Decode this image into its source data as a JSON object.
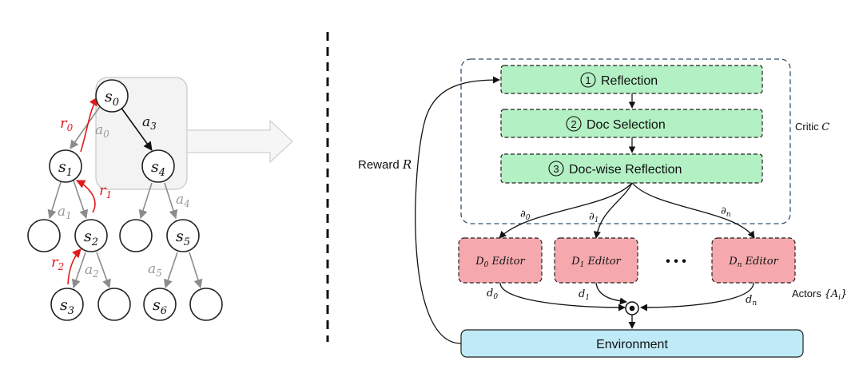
{
  "tree": {
    "nodes": {
      "s0": {
        "base": "s",
        "sub": "0"
      },
      "s1": {
        "base": "s",
        "sub": "1"
      },
      "s2": {
        "base": "s",
        "sub": "2"
      },
      "s3": {
        "base": "s",
        "sub": "3"
      },
      "s4": {
        "base": "s",
        "sub": "4"
      },
      "s5": {
        "base": "s",
        "sub": "5"
      },
      "s6": {
        "base": "s",
        "sub": "6"
      }
    },
    "actions": {
      "a0": {
        "base": "a",
        "sub": "0"
      },
      "a1": {
        "base": "a",
        "sub": "1"
      },
      "a2": {
        "base": "a",
        "sub": "2"
      },
      "a3": {
        "base": "a",
        "sub": "3"
      },
      "a4": {
        "base": "a",
        "sub": "4"
      },
      "a5": {
        "base": "a",
        "sub": "5"
      }
    },
    "rewards": {
      "r0": {
        "base": "r",
        "sub": "0"
      },
      "r1": {
        "base": "r",
        "sub": "1"
      },
      "r2": {
        "base": "r",
        "sub": "2"
      }
    }
  },
  "framework": {
    "critic": {
      "label": "Critic",
      "symbol": "C",
      "steps": [
        {
          "num": "1",
          "label": "Reflection"
        },
        {
          "num": "2",
          "label": "Doc Selection"
        },
        {
          "num": "3",
          "label": "Doc-wise Reflection"
        }
      ]
    },
    "reward": {
      "label": "Reward",
      "symbol": "R"
    },
    "editors": [
      {
        "base": "D",
        "sub": "0",
        "suffix": "Editor"
      },
      {
        "base": "D",
        "sub": "1",
        "suffix": "Editor"
      },
      {
        "base": "D",
        "sub": "n",
        "suffix": "Editor"
      }
    ],
    "ellipsis": "• • •",
    "partials": [
      {
        "base": "∂",
        "sub": "0"
      },
      {
        "base": "∂",
        "sub": "1"
      },
      {
        "base": "∂",
        "sub": "n"
      }
    ],
    "outputs": [
      {
        "base": "d",
        "sub": "0"
      },
      {
        "base": "d",
        "sub": "1"
      },
      {
        "base": "d",
        "sub": "n"
      }
    ],
    "actors": {
      "label": "Actors",
      "symbol": "{A",
      "sub": "i",
      "close": "}"
    },
    "environment": "Environment"
  },
  "colors": {
    "critic_box": "#b3f0c4",
    "editor_box": "#f5a9ad",
    "env_box": "#bfeaf7",
    "reward_red": "#e31a1c",
    "gray_edge": "#8c8c8c",
    "dashed_border": "#34506b"
  }
}
